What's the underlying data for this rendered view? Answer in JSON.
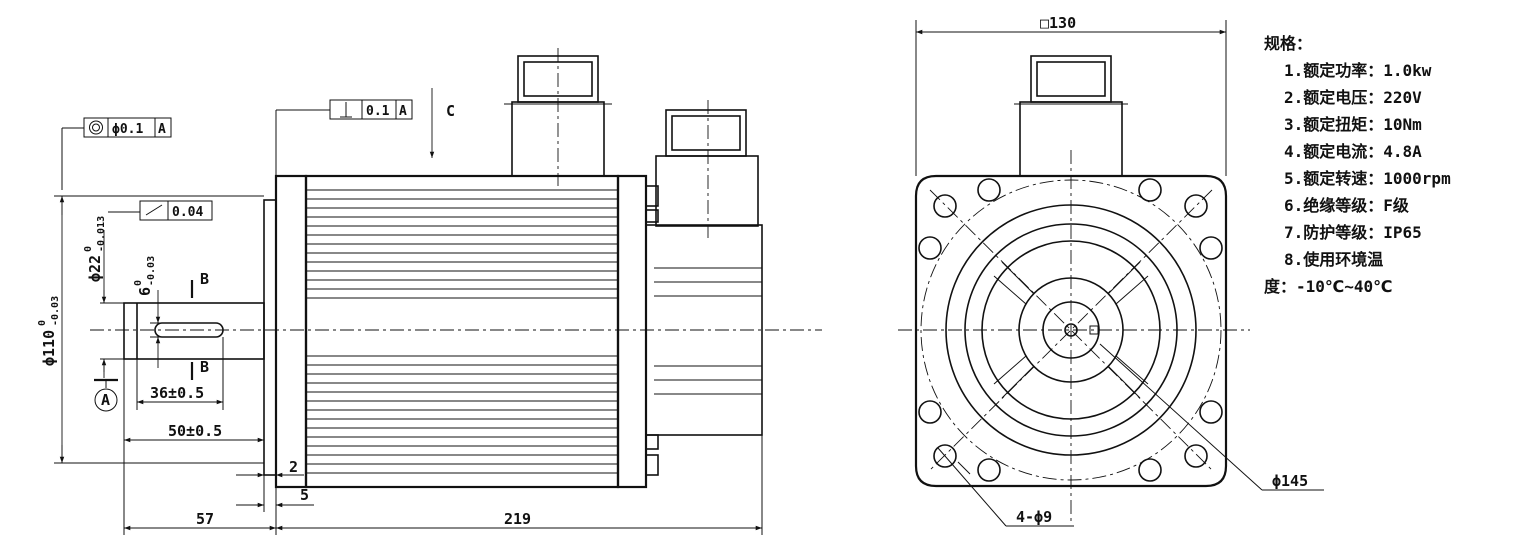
{
  "side_view": {
    "dims": {
      "overall_length": "219",
      "flange_to_key": "57",
      "shaft_50": "50±0.5",
      "key_36": "36±0.5",
      "step_2": "2",
      "step_5": "5",
      "flange_dia_main": "ϕ110",
      "flange_dia_tol_upper": "0",
      "flange_dia_tol_lower": "-0.03",
      "shaft_dia_main": "ϕ22",
      "shaft_dia_tol_upper": "0",
      "shaft_dia_tol_lower": "-0.013",
      "key_width_main": "6",
      "key_width_tol_upper": "0",
      "key_width_tol_lower": "-0.03"
    },
    "labels": {
      "section_b_top": "B",
      "section_b_bottom": "B",
      "view_c": "C",
      "datum": "A"
    },
    "tolerance_frames": {
      "concentricity_value": "ϕ0.1",
      "concentricity_datum": "A",
      "perpendicularity_value": "0.1",
      "perpendicularity_datum": "A",
      "runout_value": "0.04"
    }
  },
  "front_view": {
    "square_size": "□130",
    "pcd": "ϕ145",
    "holes": "4-ϕ9"
  },
  "specs": {
    "title": "规格：",
    "items": [
      "1.额定功率：1.0kw",
      "2.额定电压：220V",
      "3.额定扭矩：10Nm",
      "4.额定电流：4.8A",
      "5.额定转速：1000rpm",
      "6.绝缘等级：F级",
      "7.防护等级：IP65",
      "8.使用环境温"
    ],
    "continuation": "度：-10℃~40℃"
  }
}
